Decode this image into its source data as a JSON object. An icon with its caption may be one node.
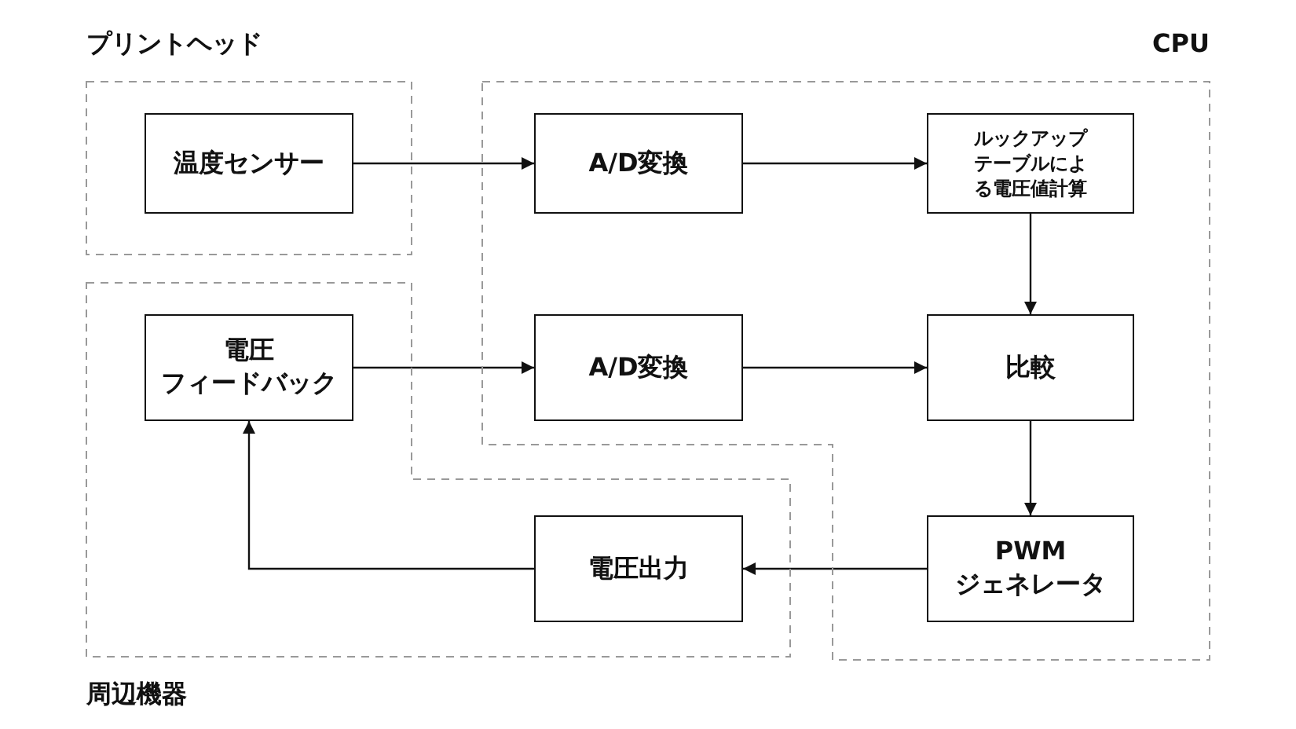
{
  "diagram": {
    "nodes": [
      {
        "text": [
          "プリントヘッド"
        ]
      },
      {
        "text": [
          "温度センサー"
        ],
        "in": 0
      },
      {
        "text": [
          "CPU"
        ]
      },
      {
        "text": [
          "A/D変換"
        ],
        "in": 2
      },
      {
        "text": [
          "ルックアップテーブルによる電圧値計算"
        ],
        "in": 2
      },
      {
        "text": [
          "A/D変換"
        ],
        "in": 2
      },
      {
        "text": [
          "比較"
        ],
        "in": 2
      },
      {
        "text": [
          "PWMジェネレータ"
        ],
        "in": 2
      },
      {
        "text": [
          "周辺機器"
        ]
      },
      {
        "text": [
          "電圧フィードバック"
        ],
        "in": 8
      },
      {
        "text": [
          "電圧出力"
        ],
        "in": 8
      }
    ],
    "edges": [
      {
        "from": 1,
        "to": 3,
        "arrow": "to"
      },
      {
        "from": 3,
        "to": 4,
        "arrow": "to"
      },
      {
        "from": 4,
        "to": 6,
        "arrow": "to"
      },
      {
        "from": 9,
        "to": 5,
        "arrow": "to"
      },
      {
        "from": 5,
        "to": 6,
        "arrow": "to"
      },
      {
        "from": 6,
        "to": 7,
        "arrow": "to"
      },
      {
        "from": 7,
        "to": 10,
        "arrow": "to"
      },
      {
        "from": 10,
        "to": 9,
        "arrow": "to"
      }
    ]
  }
}
